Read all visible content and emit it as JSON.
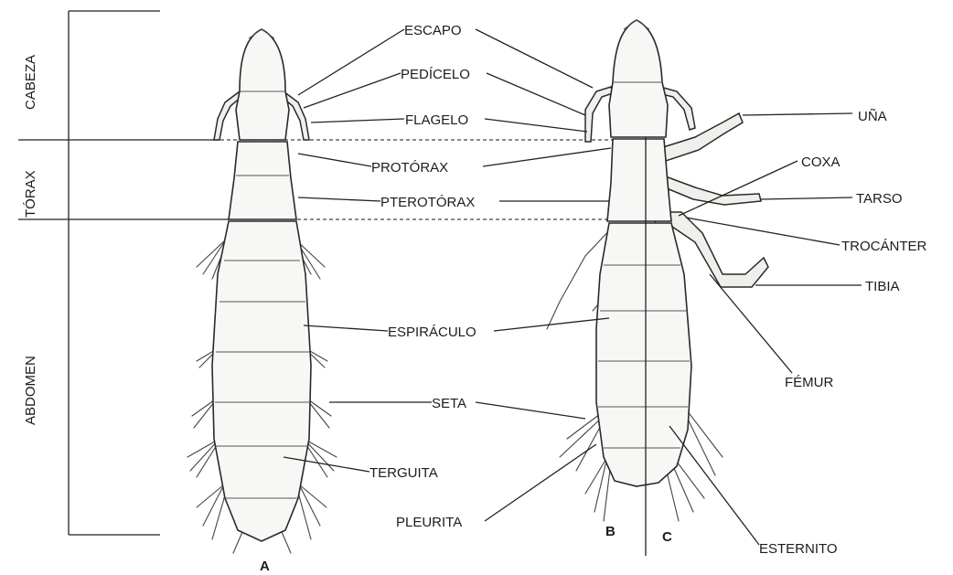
{
  "regions": {
    "head": "CABEZA",
    "thorax": "TÓRAX",
    "abdomen": "ABDOMEN"
  },
  "views": {
    "a": "A",
    "b": "B",
    "c": "C"
  },
  "parts": {
    "escapo": "ESCAPO",
    "pedicelo": "PEDÍCELO",
    "flagelo": "FLAGELO",
    "protorax": "PROTÓRAX",
    "pterotorax": "PTEROTÓRAX",
    "espiraculo": "ESPIRÁCULO",
    "seta": "SETA",
    "terguita": "TERGUITA",
    "pleurita": "PLEURITA",
    "una": "UÑA",
    "coxa": "COXA",
    "tarso": "TARSO",
    "trocanter": "TROCÁNTER",
    "tibia": "TIBIA",
    "femur": "FÉMUR",
    "esternito": "ESTERNITO"
  }
}
